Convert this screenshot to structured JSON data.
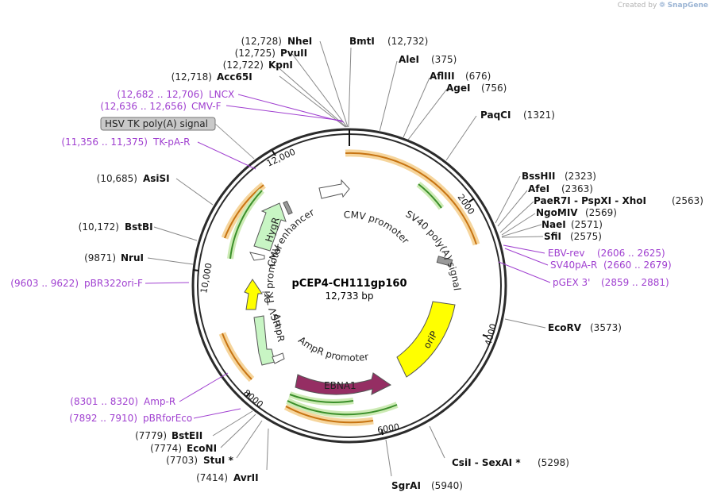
{
  "credit": {
    "text": "Created by",
    "brand": "SnapGene"
  },
  "plasmid": {
    "name": "pCEP4-CH111gp160",
    "length_label": "12,733 bp",
    "total_bp": 12733
  },
  "ticks": [
    "2000",
    "4000",
    "6000",
    "8000",
    "10,000",
    "12,000"
  ],
  "enzymes": [
    {
      "name": "NheI",
      "pos": "(12,728)",
      "bp": 12728
    },
    {
      "name": "BmtI",
      "pos": "(12,732)",
      "bp": 12732
    },
    {
      "name": "PvuII",
      "pos": "(12,725)",
      "bp": 12725
    },
    {
      "name": "KpnI",
      "pos": "(12,722)",
      "bp": 12722
    },
    {
      "name": "Acc65I",
      "pos": "(12,718)",
      "bp": 12718
    },
    {
      "name": "AleI",
      "pos": "(375)",
      "bp": 375
    },
    {
      "name": "AflIII",
      "pos": "(676)",
      "bp": 676
    },
    {
      "name": "AgeI",
      "pos": "(756)",
      "bp": 756
    },
    {
      "name": "PaqCI",
      "pos": "(1321)",
      "bp": 1321
    },
    {
      "name": "BssHII",
      "pos": "(2323)",
      "bp": 2323
    },
    {
      "name": "AfeI",
      "pos": "(2363)",
      "bp": 2363
    },
    {
      "name": "PaeR7I - PspXI - XhoI",
      "pos": "(2563)",
      "bp": 2563
    },
    {
      "name": "NgoMIV",
      "pos": "(2569)",
      "bp": 2569
    },
    {
      "name": "NaeI",
      "pos": "(2571)",
      "bp": 2571
    },
    {
      "name": "SfiI",
      "pos": "(2575)",
      "bp": 2575
    },
    {
      "name": "EcoRV",
      "pos": "(3573)",
      "bp": 3573
    },
    {
      "name": "CsiI - SexAI *",
      "pos": "(5298)",
      "bp": 5298
    },
    {
      "name": "SgrAI",
      "pos": "(5940)",
      "bp": 5940
    },
    {
      "name": "AvrII",
      "pos": "(7414)",
      "bp": 7414
    },
    {
      "name": "StuI *",
      "pos": "(7703)",
      "bp": 7703
    },
    {
      "name": "EcoNI",
      "pos": "(7774)",
      "bp": 7774
    },
    {
      "name": "BstEII",
      "pos": "(7779)",
      "bp": 7779
    },
    {
      "name": "NruI",
      "pos": "(9871)",
      "bp": 9871
    },
    {
      "name": "BstBI",
      "pos": "(10,172)",
      "bp": 10172
    },
    {
      "name": "AsiSI",
      "pos": "(10,685)",
      "bp": 10685
    }
  ],
  "primers": [
    {
      "name": "LNCX",
      "range": "(12,682 .. 12,706)"
    },
    {
      "name": "CMV-F",
      "range": "(12,636 .. 12,656)"
    },
    {
      "name": "TK-pA-R",
      "range": "(11,356 .. 11,375)"
    },
    {
      "name": "pBR322ori-F",
      "range": "(9603 .. 9622)"
    },
    {
      "name": "Amp-R",
      "range": "(8301 .. 8320)"
    },
    {
      "name": "pBRforEco",
      "range": "(7892 .. 7910)"
    },
    {
      "name": "EBV-rev",
      "range": "(2606 .. 2625)"
    },
    {
      "name": "SV40pA-R",
      "range": "(2660 .. 2679)"
    },
    {
      "name": "pGEX 3'",
      "range": "(2859 .. 2881)"
    }
  ],
  "features": {
    "hsv_tk_polya_signal": "HSV TK poly(A) signal",
    "hygr": "HygR",
    "cmv_enhancer": "CMV enhancer",
    "cmv_promoter": "CMV promoter",
    "sv40_polya_signal": "SV40 poly(A) signal",
    "hsv_tk_promoter": "HSV TK promoter",
    "ori": "ori",
    "ampr": "AmpR",
    "ampr_promoter": "AmpR promoter",
    "orip": "oriP",
    "ebna1": "EBNA1"
  },
  "colors": {
    "backbone": "#2b2b2b",
    "primer": "#a040d0",
    "orf_fill": "#ff9e2a",
    "orf_halo": "#f6d59c",
    "marker_fill": "#b6f2b0",
    "ori_fill": "#ffff00",
    "ebna1_fill": "#952e63",
    "green_arrow": "#3b8f2a"
  }
}
